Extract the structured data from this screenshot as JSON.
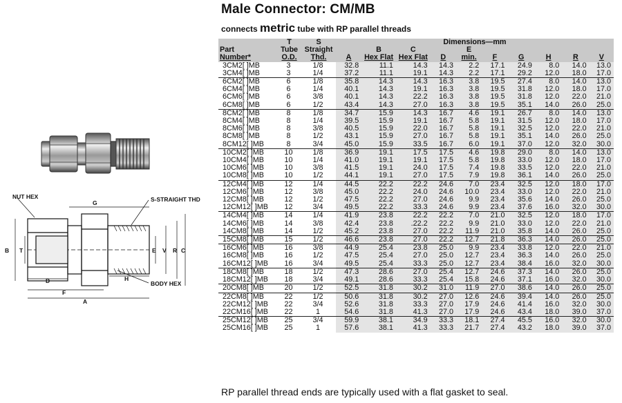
{
  "title": "Male Connector: CM/MB",
  "subtitle": {
    "pre": "connects",
    "emph": "metric",
    "post": "tube with RP parallel threads"
  },
  "footer": "RP parallel thread ends are typically used with a flat gasket to seal.",
  "drawing": {
    "nut_hex": "NUT HEX",
    "s_straight_thd": "S-STRAIGHT THD",
    "body_hex": "BODY HEX",
    "A": "A",
    "B": "B",
    "C": "C",
    "D": "D",
    "E": "E",
    "F": "F",
    "G": "G",
    "H": "H",
    "R": "R",
    "T": "T",
    "V": "V"
  },
  "table": {
    "header": {
      "dimensions": "Dimensions—mm",
      "part_line1": "Part",
      "part_line2": "Number*",
      "t": [
        "T",
        "Tube",
        "O.D."
      ],
      "s": [
        "S",
        "Straight",
        "Thd."
      ],
      "a": "A",
      "b": [
        "B",
        "Hex Flat"
      ],
      "c": [
        "C",
        "Hex Flat"
      ],
      "d": "D",
      "e": [
        "E",
        "min."
      ],
      "f": "F",
      "g": "G",
      "h": "H",
      "r": "R",
      "v": "V"
    },
    "rows": [
      [
        "3CM2[ ]MB",
        "3",
        "1/8",
        "32.8",
        "11.1",
        "14.3",
        "14.3",
        "2.2",
        "17.1",
        "24.9",
        "8.0",
        "14.0",
        "13.0"
      ],
      [
        "3CM4[ ]MB",
        "3",
        "1/4",
        "37.2",
        "11.1",
        "19.1",
        "14.3",
        "2.2",
        "17.1",
        "29.2",
        "12.0",
        "18.0",
        "17.0"
      ],
      [
        "6CM2[ ]MB",
        "6",
        "1/8",
        "35.8",
        "14.3",
        "14.3",
        "16.3",
        "3.8",
        "19.5",
        "27.4",
        "8.0",
        "14.0",
        "13.0"
      ],
      [
        "6CM4[ ]MB",
        "6",
        "1/4",
        "40.1",
        "14.3",
        "19.1",
        "16.3",
        "3.8",
        "19.5",
        "31.8",
        "12.0",
        "18.0",
        "17.0"
      ],
      [
        "6CM6[ ]MB",
        "6",
        "3/8",
        "40.1",
        "14.3",
        "22.2",
        "16.3",
        "3.8",
        "19.5",
        "31.8",
        "12.0",
        "22.0",
        "21.0"
      ],
      [
        "6CM8[ ]MB",
        "6",
        "1/2",
        "43.4",
        "14.3",
        "27.0",
        "16.3",
        "3.8",
        "19.5",
        "35.1",
        "14.0",
        "26.0",
        "25.0"
      ],
      [
        "8CM2[ ]MB",
        "8",
        "1/8",
        "34.7",
        "15.9",
        "14.3",
        "16.7",
        "4.6",
        "19.1",
        "26.7",
        "8.0",
        "14.0",
        "13.0"
      ],
      [
        "8CM4[ ]MB",
        "8",
        "1/4",
        "39.5",
        "15.9",
        "19.1",
        "16.7",
        "5.8",
        "19.1",
        "31.5",
        "12.0",
        "18.0",
        "17.0"
      ],
      [
        "8CM6[ ]MB",
        "8",
        "3/8",
        "40.5",
        "15.9",
        "22.0",
        "16.7",
        "5.8",
        "19.1",
        "32.5",
        "12.0",
        "22.0",
        "21.0"
      ],
      [
        "8CM8[ ]MB",
        "8",
        "1/2",
        "43.1",
        "15.9",
        "27.0",
        "16.7",
        "5.8",
        "19.1",
        "35.1",
        "14.0",
        "26.0",
        "25.0"
      ],
      [
        "8CM12[ ]MB",
        "8",
        "3/4",
        "45.0",
        "15.9",
        "33.5",
        "16.7",
        "6.0",
        "19.1",
        "37.0",
        "12.0",
        "32.0",
        "30.0"
      ],
      [
        "10CM2[ ]MB",
        "10",
        "1/8",
        "36.9",
        "19.1",
        "17.5",
        "17.5",
        "4.6",
        "19.8",
        "29.0",
        "8.0",
        "14.0",
        "13.0"
      ],
      [
        "10CM4[ ]MB",
        "10",
        "1/4",
        "41.0",
        "19.1",
        "19.1",
        "17.5",
        "5.8",
        "19.8",
        "33.0",
        "12.0",
        "18.0",
        "17.0"
      ],
      [
        "10CM6[ ]MB",
        "10",
        "3/8",
        "41.5",
        "19.1",
        "24.0",
        "17.5",
        "7.4",
        "19.8",
        "33.5",
        "12.0",
        "22.0",
        "21.0"
      ],
      [
        "10CM8[ ]MB",
        "10",
        "1/2",
        "44.1",
        "19.1",
        "27.0",
        "17.5",
        "7.9",
        "19.8",
        "36.1",
        "14.0",
        "26.0",
        "25.0"
      ],
      [
        "12CM4[ ]MB",
        "12",
        "1/4",
        "44.5",
        "22.2",
        "22.2",
        "24.6",
        "7.0",
        "23.4",
        "32.5",
        "12.0",
        "18.0",
        "17.0"
      ],
      [
        "12CM6[ ]MB",
        "12",
        "3/8",
        "45.0",
        "22.2",
        "24.0",
        "24.6",
        "10.0",
        "23.4",
        "33.0",
        "12.0",
        "22.0",
        "21.0"
      ],
      [
        "12CM8[ ]MB",
        "12",
        "1/2",
        "47.5",
        "22.2",
        "27.0",
        "24.6",
        "9.9",
        "23.4",
        "35.6",
        "14.0",
        "26.0",
        "25.0"
      ],
      [
        "12CM12[ ]MB",
        "12",
        "3/4",
        "49.5",
        "22.2",
        "33.3",
        "24.6",
        "9.9",
        "23.4",
        "37.6",
        "16.0",
        "32.0",
        "30.0"
      ],
      [
        "14CM4[ ]MB",
        "14",
        "1/4",
        "41.9",
        "23.8",
        "22.2",
        "22.2",
        "7.0",
        "21.0",
        "32.5",
        "12.0",
        "18.0",
        "17.0"
      ],
      [
        "14CM6[ ]MB",
        "14",
        "3/8",
        "42.4",
        "23.8",
        ".22.2",
        "22.2",
        "9.9",
        "21.0",
        "33.0",
        "12.0",
        "22.0",
        "21.0"
      ],
      [
        "14CM8[ ]MB",
        "14",
        "1/2",
        "45.2",
        "23.8",
        "27.0",
        "22.2",
        "11.9",
        "21.0",
        "35.8",
        "14.0",
        "26.0",
        "25.0"
      ],
      [
        "15CM8[ ]MB",
        "15",
        "1/2",
        "46.6",
        "23.8",
        "27.0",
        "22.2",
        "12.7",
        "21.8",
        "36.3",
        "14.0",
        "26.0",
        "25.0"
      ],
      [
        "16CM6[ ]MB",
        "16",
        "3/8",
        "44.9",
        "25.4",
        "23.8",
        "25.0",
        "9.9",
        "23.4",
        "33.8",
        "12.0",
        "22.0",
        "21.0"
      ],
      [
        "16CM8[ ]MB",
        "16",
        "1/2",
        "47.5",
        "25.4",
        "27.0",
        "25.0",
        "12.7",
        "23.4",
        "36.3",
        "14.0",
        "26.0",
        "25.0"
      ],
      [
        "16CM12[ ]MB",
        "16",
        "3/4",
        "49.5",
        "25.4",
        "33.3",
        "25.0",
        "12.7",
        "23.4",
        "38.4",
        "16.0",
        "32.0",
        "30.0"
      ],
      [
        "18CM8[ ]MB",
        "18",
        "1/2",
        "47.3",
        "28.6",
        "27.0",
        "25.4",
        "12.7",
        "24.6",
        "37.3",
        "14.0",
        "26.0",
        "25.0"
      ],
      [
        "18CM12[ ]MB",
        "18",
        "3/4",
        "49.1",
        "28.6",
        "33.3",
        "25.4",
        "15.8",
        "24.6",
        "37.1",
        "16.0",
        "32.0",
        "30.0"
      ],
      [
        "20CM8[ ]MB",
        "20",
        "1/2",
        "52.5",
        "31.8",
        "30.2",
        "31.0",
        "11.9",
        "27.0",
        "38.6",
        "14.0",
        "26.0",
        "25.0"
      ],
      [
        "22CM8[ ]MB",
        "22",
        "1/2",
        "50.6",
        "31.8",
        "30.2",
        "27.0",
        "12.6",
        "24.6",
        "39.4",
        "14.0",
        "26.0",
        "25.0"
      ],
      [
        "22CM12[ ]MB",
        "22",
        "3/4",
        "52.6",
        "31.8",
        "33.3",
        "27.0",
        "17.9",
        "24.6",
        "41.4",
        "16.0",
        "32.0",
        "30.0"
      ],
      [
        "22CM16[ ]MB",
        "22",
        "1",
        "54.6",
        "31.8",
        "41.3",
        "27.0",
        "17.9",
        "24.6",
        "43.4",
        "18.0",
        "39.0",
        "37.0"
      ],
      [
        "25CM12[ ]MB",
        "25",
        "3/4",
        "59.9",
        "38.1",
        "34.9",
        "33.3",
        "18.1",
        "27.4",
        "45.5",
        "16.0",
        "32.0",
        "30.0"
      ],
      [
        "25CM16[ ]MB",
        "25",
        "1",
        "57.6",
        "38.1",
        "41.3",
        "33.3",
        "21.7",
        "27.4",
        "43.2",
        "18.0",
        "39.0",
        "37.0"
      ]
    ],
    "group_end_indices": [
      1,
      5,
      10,
      14,
      18,
      21,
      22,
      25,
      27,
      28,
      31
    ]
  }
}
